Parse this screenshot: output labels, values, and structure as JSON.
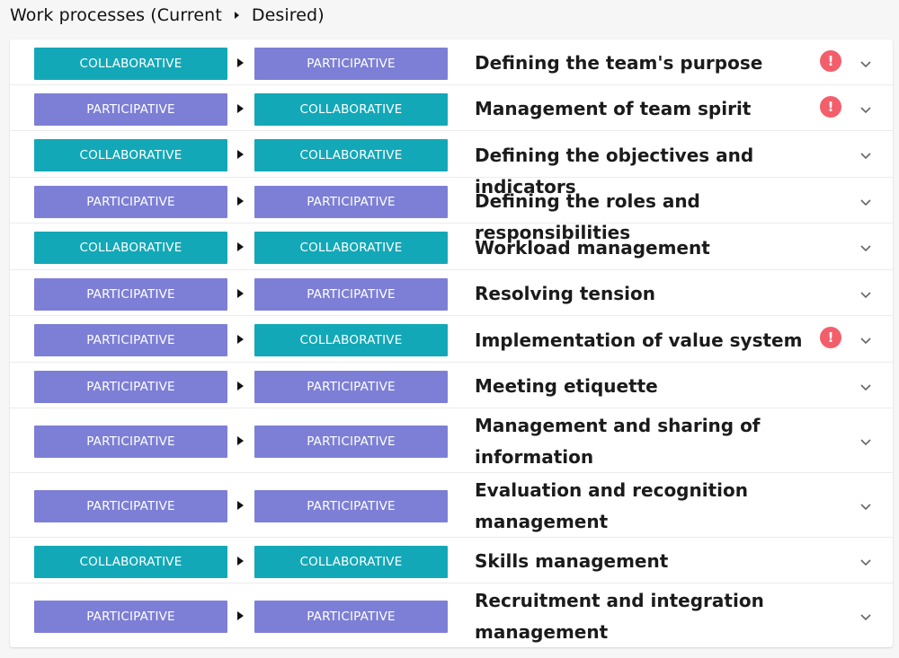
{
  "header": {
    "current_label": "Work processes (Current",
    "desired_label": "Desired)"
  },
  "colors": {
    "participative": "#7d7fd6",
    "collaborative": "#13a8b7",
    "alert": "#f25f6a"
  },
  "rows": [
    {
      "current": "COLLABORATIVE",
      "desired": "PARTICIPATIVE",
      "lines": [
        "Defining the team's purpose"
      ],
      "alert": true
    },
    {
      "current": "PARTICIPATIVE",
      "desired": "COLLABORATIVE",
      "lines": [
        "Management of team spirit"
      ],
      "alert": true
    },
    {
      "current": "COLLABORATIVE",
      "desired": "COLLABORATIVE",
      "lines": [
        "Defining the objectives and indicators"
      ],
      "alert": false
    },
    {
      "current": "PARTICIPATIVE",
      "desired": "PARTICIPATIVE",
      "lines": [
        "Defining the roles and responsibilities"
      ],
      "alert": false
    },
    {
      "current": "COLLABORATIVE",
      "desired": "COLLABORATIVE",
      "lines": [
        "Workload management"
      ],
      "alert": false
    },
    {
      "current": "PARTICIPATIVE",
      "desired": "PARTICIPATIVE",
      "lines": [
        "Resolving tension"
      ],
      "alert": false
    },
    {
      "current": "PARTICIPATIVE",
      "desired": "COLLABORATIVE",
      "lines": [
        "Implementation of value system"
      ],
      "alert": true
    },
    {
      "current": "PARTICIPATIVE",
      "desired": "PARTICIPATIVE",
      "lines": [
        "Meeting etiquette"
      ],
      "alert": false
    },
    {
      "current": "PARTICIPATIVE",
      "desired": "PARTICIPATIVE",
      "lines": [
        "Management and sharing of",
        "information"
      ],
      "alert": false
    },
    {
      "current": "PARTICIPATIVE",
      "desired": "PARTICIPATIVE",
      "lines": [
        "Evaluation and recognition",
        "management"
      ],
      "alert": false
    },
    {
      "current": "COLLABORATIVE",
      "desired": "COLLABORATIVE",
      "lines": [
        "Skills management"
      ],
      "alert": false
    },
    {
      "current": "PARTICIPATIVE",
      "desired": "PARTICIPATIVE",
      "lines": [
        "Recruitment and integration",
        "management"
      ],
      "alert": false
    }
  ],
  "icons": {
    "alert": "exclamation-icon",
    "alert_glyph": "!",
    "expand": "chevron-down-icon"
  }
}
